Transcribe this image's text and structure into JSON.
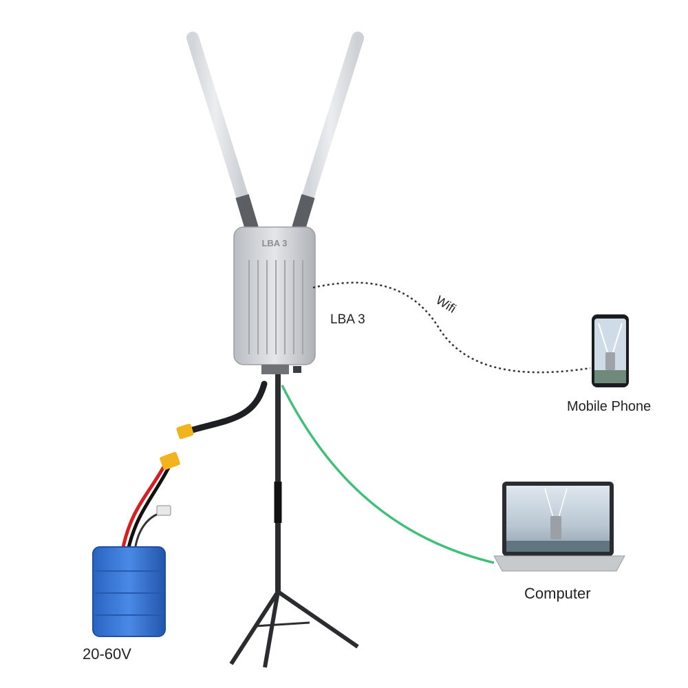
{
  "device": {
    "label": "LBA 3",
    "case_marking": "LBA 3"
  },
  "links": {
    "wifi_label": "Wifi"
  },
  "endpoints": {
    "phone_label": "Mobile Phone",
    "computer_label": "Computer",
    "battery_label": "20-60V"
  },
  "colors": {
    "ethernet_cable": "#3fbf7a",
    "battery_body": "#2f6fd0",
    "connector": "#f2b41e",
    "antenna": "#eef1f3",
    "device_body": "#c9ccd0",
    "power_cable": "#1d1f22"
  }
}
